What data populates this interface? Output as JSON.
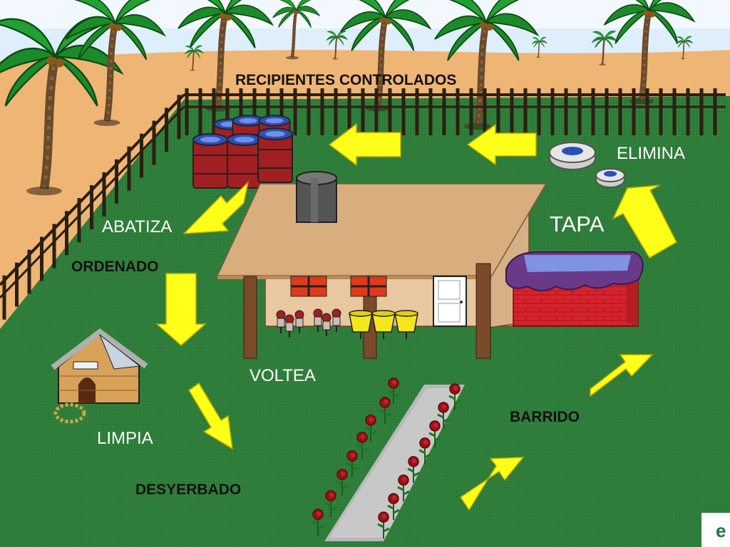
{
  "labels": {
    "recipientes": "RECIPIENTES CONTROLADOS",
    "elimina": "ELIMINA",
    "tapa": "TAPA",
    "abatiza": "ABATIZA",
    "ordenado": "ORDENADO",
    "voltea": "VOLTEA",
    "limpia": "LIMPIA",
    "desyerbado": "DESYERBADO",
    "barrido": "BARRIDO",
    "edge_glyph": "e"
  },
  "colors": {
    "sky": "#dfeefb",
    "sand": "#efb574",
    "grass": "#2f7d3a",
    "fence": "#2b1f12",
    "arrow": "#ffff1a",
    "brick": "#d8242c",
    "barrel": "#a01f22",
    "roof": "#d9ae7e"
  },
  "icons": [
    "palm-tree-icon",
    "barrel-icon",
    "tire-icon",
    "water-tank-icon",
    "dog-house-icon",
    "bucket-icon",
    "rose-icon",
    "arrow-icon"
  ]
}
